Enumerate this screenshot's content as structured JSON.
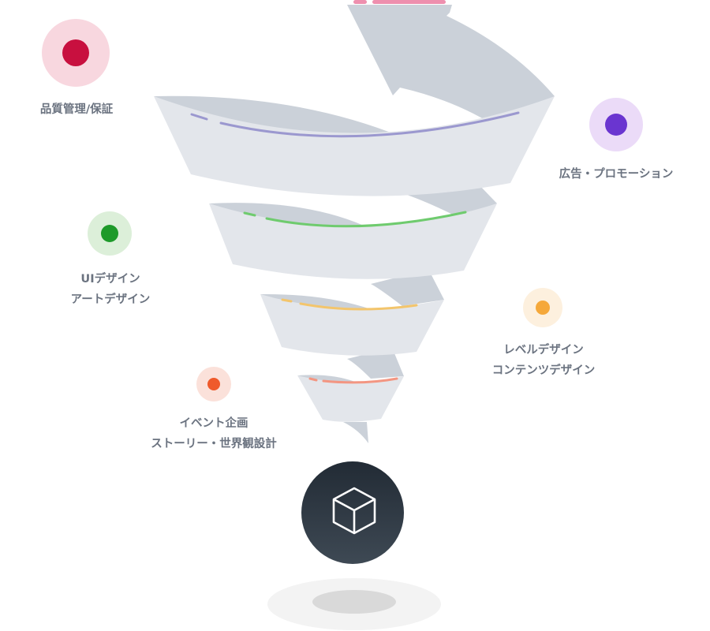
{
  "stages": [
    {
      "id": "quality",
      "lines": [
        "品質管理/保証"
      ],
      "color": "#c8103f",
      "bg": "#f8d7df",
      "line_color": "#ee8fae"
    },
    {
      "id": "promotion",
      "lines": [
        "広告・プロモーション"
      ],
      "color": "#6a35d0",
      "bg": "#ebdbf8",
      "line_color": "#9b98cf"
    },
    {
      "id": "ui",
      "lines": [
        "UIデザイン",
        "アートデザイン"
      ],
      "color": "#1e9a2a",
      "bg": "#dcefd9",
      "line_color": "#6fcb6e"
    },
    {
      "id": "level",
      "lines": [
        "レベルデザイン",
        "コンテンツデザイン"
      ],
      "color": "#f5a83a",
      "bg": "#fdf0de",
      "line_color": "#f3c56c"
    },
    {
      "id": "event",
      "lines": [
        "イベント企画",
        "ストーリー・世界観設計"
      ],
      "color": "#ef5a2b",
      "bg": "#fbe1da",
      "line_color": "#f39682"
    }
  ],
  "center": {
    "icon": "cube-icon"
  }
}
